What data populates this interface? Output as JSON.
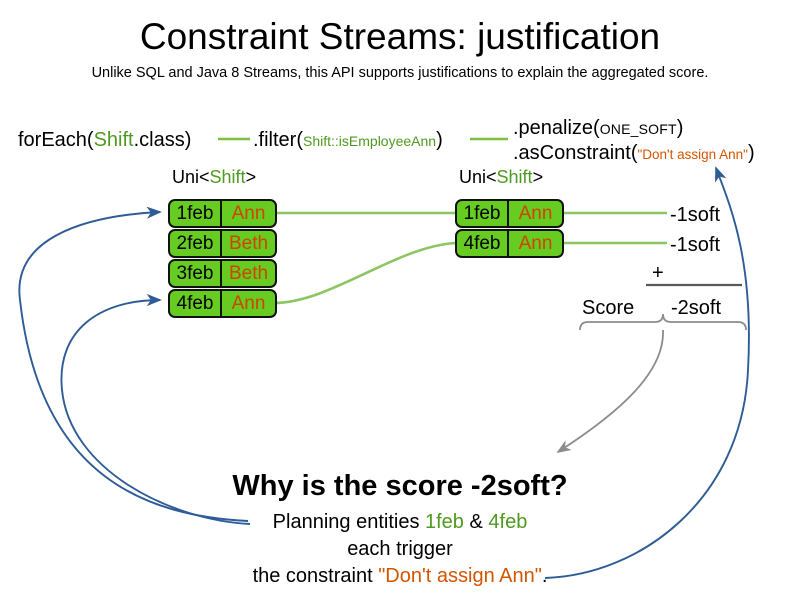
{
  "slide": {
    "title": "Constraint Streams: justification",
    "subtitle": "Unlike SQL and Java 8 Streams, this API supports justifications to explain the aggregated score."
  },
  "code": {
    "for_each": "forEach(",
    "for_each_type": "Shift",
    "for_each_tail": ".class)",
    "filter": ".filter(",
    "filter_arg": "Shift::isEmployeeAnn",
    "filter_tail": ")",
    "penalize": ".penalize(",
    "penalize_arg": "ONE_SOFT",
    "penalize_tail": ")",
    "as_constraint": ".asConstraint(",
    "as_constraint_arg": "\"Don't assign Ann\"",
    "as_constraint_tail": ")"
  },
  "streams": {
    "left": {
      "label_prefix": "Uni<",
      "label_type": "Shift",
      "label_suffix": ">",
      "rows": [
        {
          "date": "1feb",
          "name": "Ann"
        },
        {
          "date": "2feb",
          "name": "Beth"
        },
        {
          "date": "3feb",
          "name": "Beth"
        },
        {
          "date": "4feb",
          "name": "Ann"
        }
      ]
    },
    "right": {
      "label_prefix": "Uni<",
      "label_type": "Shift",
      "label_suffix": ">",
      "rows": [
        {
          "date": "1feb",
          "name": "Ann"
        },
        {
          "date": "4feb",
          "name": "Ann"
        }
      ]
    }
  },
  "score": {
    "penalty_1": "-1soft",
    "penalty_2": "-1soft",
    "operator": "+",
    "label": "Score",
    "total": "-2soft"
  },
  "explanation": {
    "heading": "Why is the score -2soft?",
    "line1_a": "Planning entities ",
    "line1_b": "1feb",
    "line1_c": " & ",
    "line1_d": "4feb",
    "line2": "each trigger",
    "line3_a": "the constraint ",
    "line3_b": "\"Don't assign Ann\"",
    "line3_c": "."
  },
  "colors": {
    "card_green": "#66cc22",
    "code_green": "#4f9a20",
    "orange": "#d45500",
    "arrow_blue": "#2e5c96",
    "brace_gray": "#8c8c8c",
    "connector_green": "#8cc663"
  }
}
